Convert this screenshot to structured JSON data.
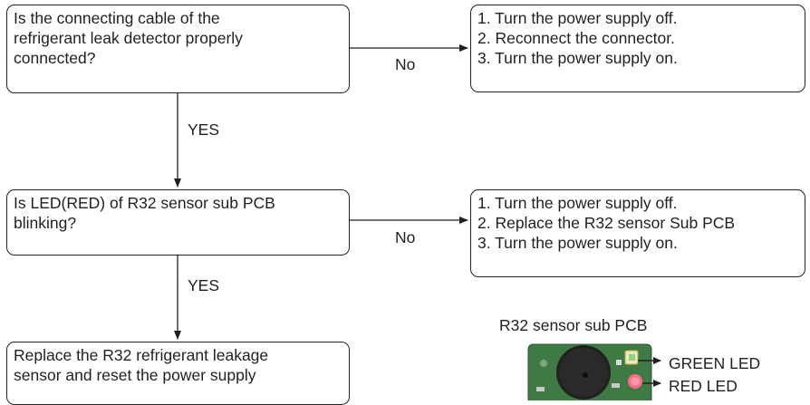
{
  "q1": {
    "lines": [
      "Is the connecting cable of the",
      "refrigerant leak detector properly",
      "connected?"
    ]
  },
  "a1": {
    "lines": [
      "1. Turn the power supply off.",
      "2. Reconnect the connector.",
      "3. Turn the power supply on."
    ]
  },
  "q2": {
    "lines": [
      "Is LED(RED) of R32 sensor sub PCB",
      "blinking?"
    ]
  },
  "a2": {
    "lines": [
      "1. Turn the power supply off.",
      "2. Replace the R32 sensor Sub PCB",
      "3. Turn the power supply on."
    ]
  },
  "result": {
    "lines": [
      "Replace the R32 refrigerant leakage",
      "sensor and reset the power supply"
    ]
  },
  "labels": {
    "no1": "No",
    "yes1": "YES",
    "no2": "No",
    "yes2": "YES"
  },
  "pcb": {
    "title": "R32 sensor sub PCB",
    "green_led": "GREEN LED",
    "red_led": "RED LED"
  }
}
